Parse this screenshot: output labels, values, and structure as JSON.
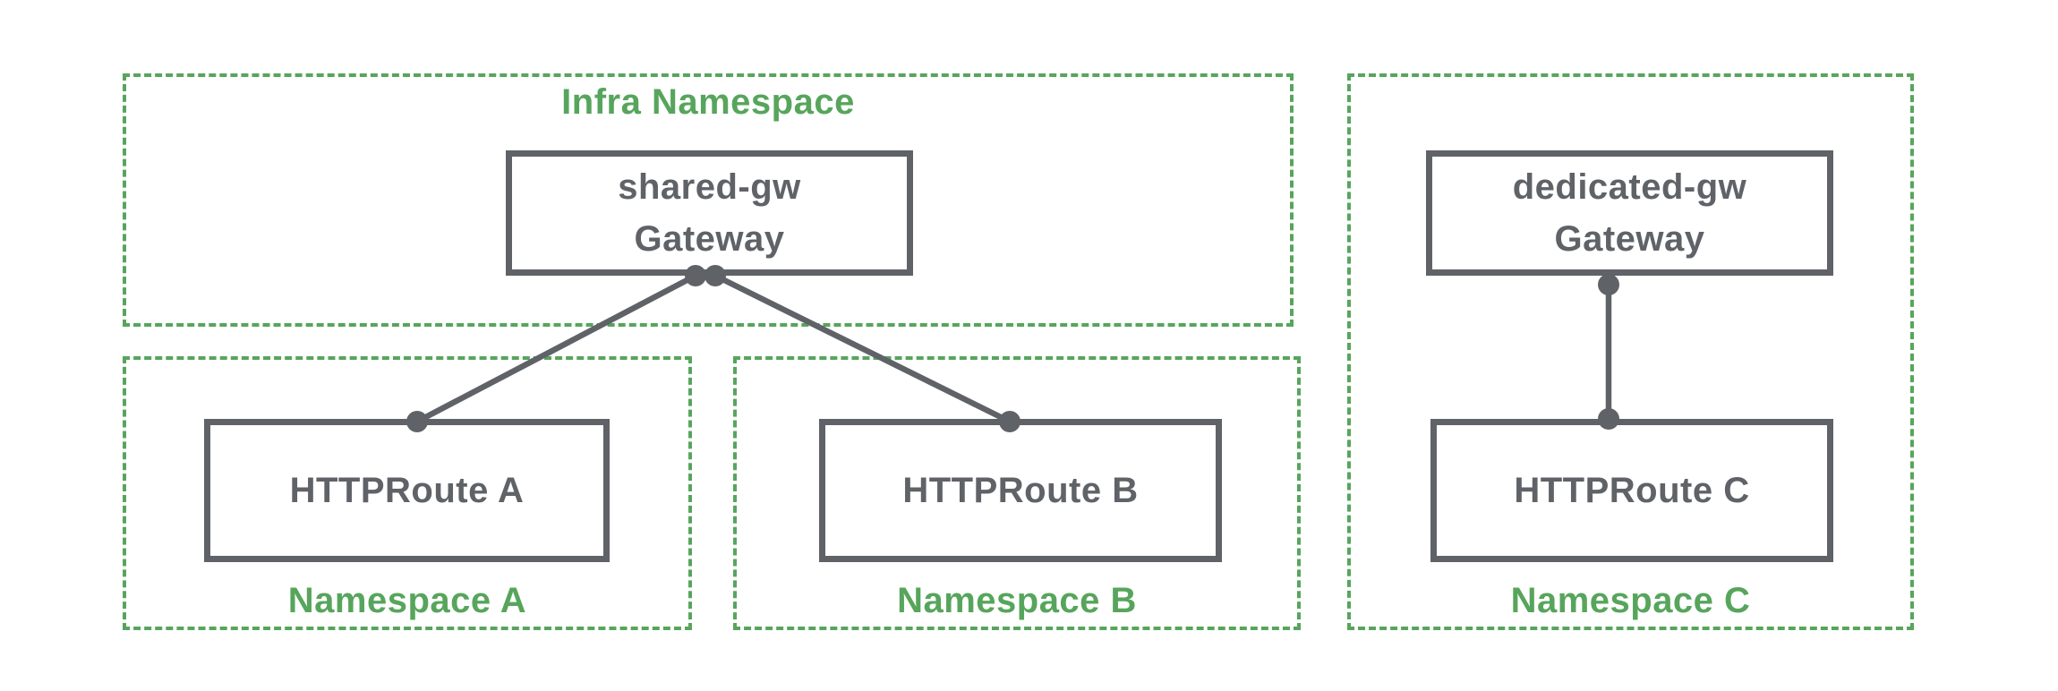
{
  "colors": {
    "namespace_green": "#57a55c",
    "node_gray": "#5f6368",
    "background": "#ffffff"
  },
  "diagram": {
    "namespaces": [
      {
        "label": "Infra Namespace",
        "label_position": "top"
      },
      {
        "label": "Namespace A",
        "label_position": "bottom"
      },
      {
        "label": "Namespace B",
        "label_position": "bottom"
      },
      {
        "label": "Namespace C",
        "label_position": "bottom"
      }
    ],
    "nodes": [
      {
        "line1": "shared-gw",
        "line2": "Gateway",
        "namespace": "Infra Namespace"
      },
      {
        "line1": "dedicated-gw",
        "line2": "Gateway",
        "namespace": "Namespace C"
      },
      {
        "label": "HTTPRoute A",
        "namespace": "Namespace A"
      },
      {
        "label": "HTTPRoute B",
        "namespace": "Namespace B"
      },
      {
        "label": "HTTPRoute C",
        "namespace": "Namespace C"
      }
    ],
    "edges": [
      {
        "from": "shared-gw Gateway",
        "to": "HTTPRoute A"
      },
      {
        "from": "shared-gw Gateway",
        "to": "HTTPRoute B"
      },
      {
        "from": "dedicated-gw Gateway",
        "to": "HTTPRoute C"
      }
    ]
  }
}
